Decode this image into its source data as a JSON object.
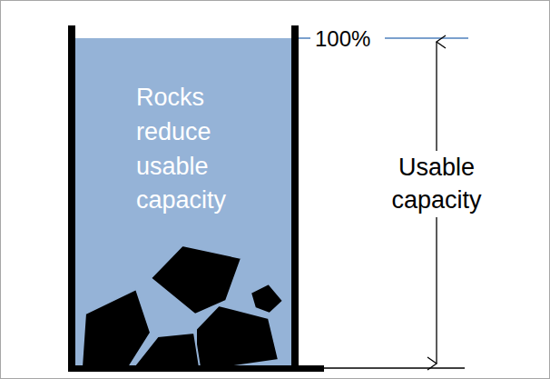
{
  "diagram": {
    "nodes": [
      {
        "text": [
          "Rocks reduce usable capacity"
        ]
      }
    ],
    "labels": [
      "100%",
      "Usable capacity"
    ]
  }
}
